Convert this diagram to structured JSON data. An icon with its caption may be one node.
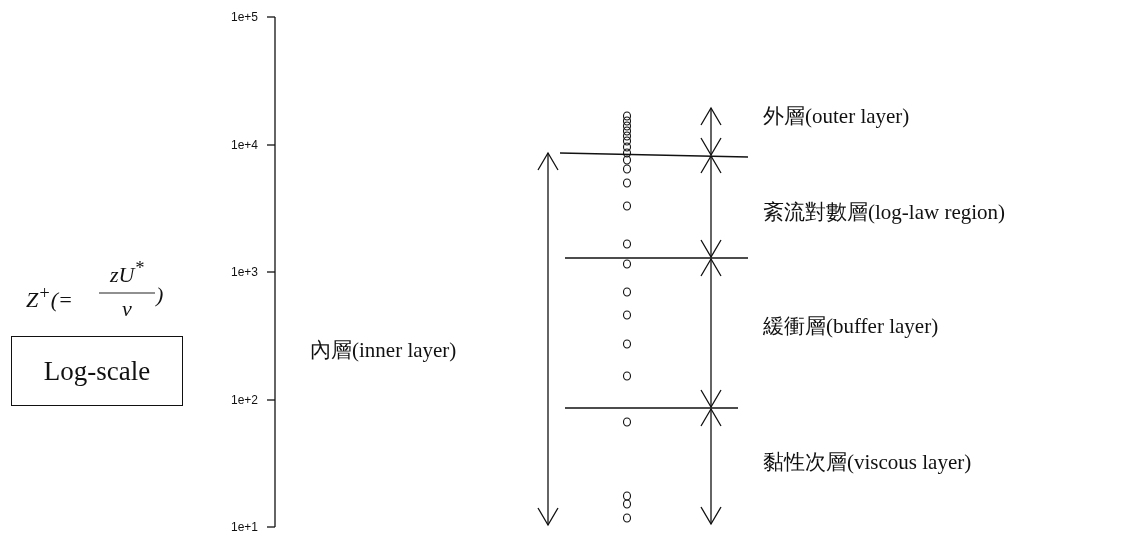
{
  "diagram": {
    "nodes": [
      {
        "text": [
          "Log-scale"
        ]
      }
    ],
    "labels": [
      "1e+5",
      "1e+4",
      "Z$^{+}$(=",
      "zU$^{*}$",
      ")",
      "1e+3",
      "ν",
      "內層(inner layer)",
      "1e+2",
      "1e+1",
      "外層(outer layer)",
      "紊流對數層(log-law region)",
      "緩衝層(buffer layer)",
      "黏性次層(viscous layer)"
    ]
  }
}
